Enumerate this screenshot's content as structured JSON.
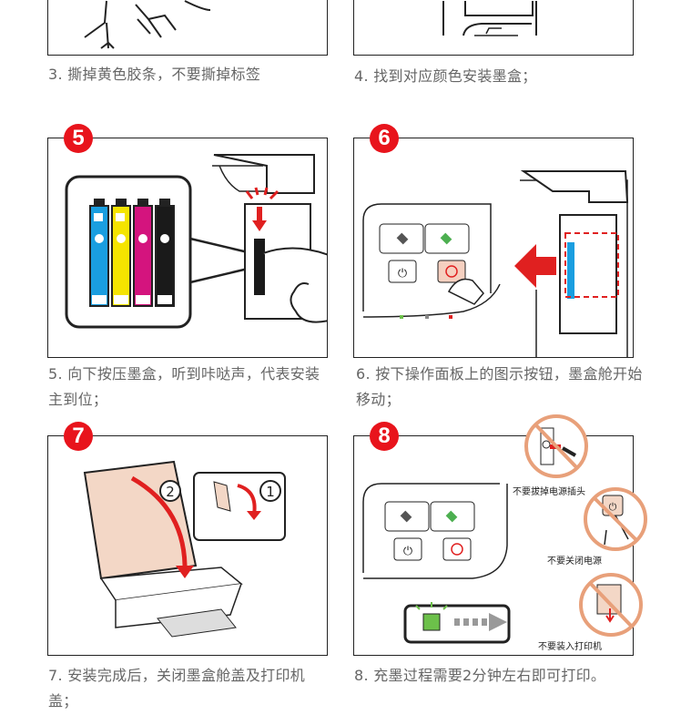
{
  "steps": [
    {
      "number": "3",
      "caption": "3. 撕掉黄色胶条，不要撕掉标签"
    },
    {
      "number": "4",
      "caption": "4. 找到对应颜色安装墨盒；"
    },
    {
      "number": "5",
      "caption": "5. 向下按压墨盒，听到咔哒声，代表安装主到位；"
    },
    {
      "number": "6",
      "caption": "6. 按下操作面板上的图示按钮，墨盒舱开始移动；"
    },
    {
      "number": "7",
      "caption": "7. 安装完成后，关闭墨盒舱盖及打印机盖；"
    },
    {
      "number": "8",
      "caption": "8. 充墨过程需要2分钟左右即可打印。"
    }
  ],
  "step5": {
    "cartridge_colors": [
      "#1a9ee0",
      "#f5e400",
      "#d4147e",
      "#1a1a1a"
    ]
  },
  "step7": {
    "callout_1": "①",
    "callout_2": "②"
  },
  "step8": {
    "warnings": [
      "不要拔掉电源插头",
      "不要关闭电源",
      "不要装入打印机"
    ]
  },
  "colors": {
    "badge": "#e8141c",
    "caption": "#666666",
    "warning_circle": "#e8a07a",
    "arrow_red": "#e02020",
    "led_green": "#6cc04a"
  }
}
